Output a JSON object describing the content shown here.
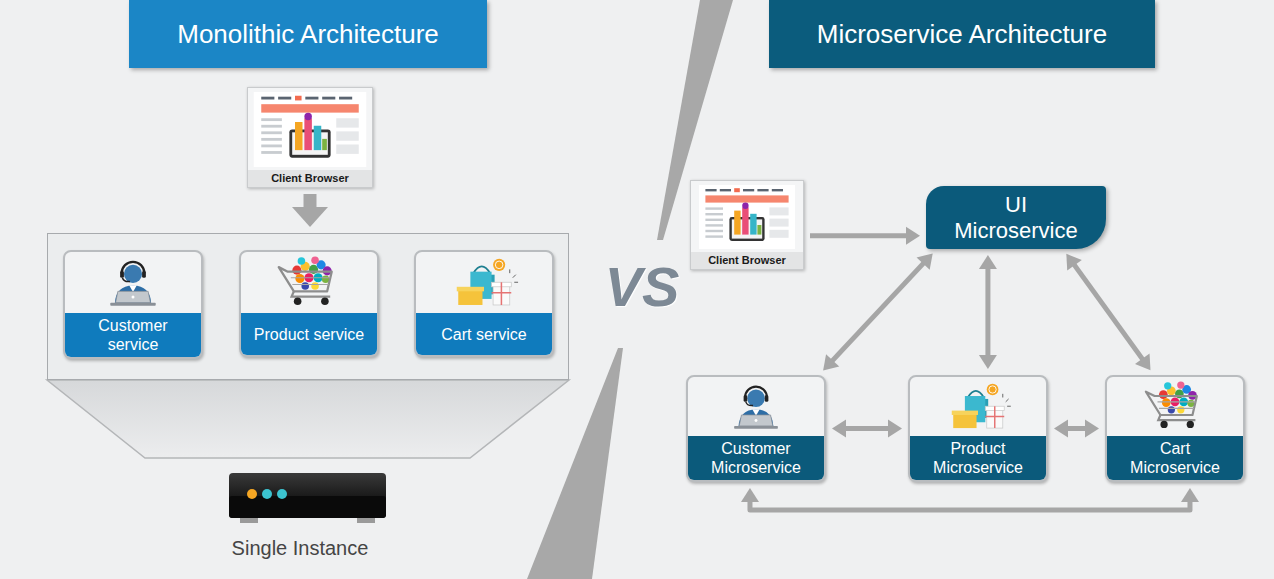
{
  "diagram": {
    "nodes": [
      {
        "text": [
          "Monolithic Architecture"
        ]
      },
      {
        "text": [
          "Client Browser"
        ]
      },
      {
        "text": []
      },
      {
        "text": [
          "Customer service"
        ],
        "in": 2
      },
      {
        "text": [
          "Product service"
        ],
        "in": 2
      },
      {
        "text": [
          "Cart service"
        ],
        "in": 2
      },
      {
        "text": [
          "Microservice Architecture"
        ]
      },
      {
        "text": [
          "Client Browser"
        ]
      },
      {
        "text": [
          "UI Microservice"
        ]
      },
      {
        "text": [
          "Customer Microservice"
        ]
      },
      {
        "text": [
          "Product Microservice"
        ]
      },
      {
        "text": [
          "Cart Microservice"
        ]
      }
    ],
    "edges": [
      {
        "from": 1,
        "to": 2,
        "arrow": "to"
      },
      {
        "from": 7,
        "to": 8,
        "arrow": "to"
      },
      {
        "from": 8,
        "to": 9,
        "arrow": "both"
      },
      {
        "from": 8,
        "to": 10,
        "arrow": "both"
      },
      {
        "from": 8,
        "to": 11,
        "arrow": "both"
      },
      {
        "from": 9,
        "to": 10,
        "arrow": "both"
      },
      {
        "from": 10,
        "to": 11,
        "arrow": "both"
      },
      {
        "from": 9,
        "to": 11,
        "arrow": "both"
      }
    ],
    "labels": [
      "VS",
      "Single Instance"
    ]
  }
}
